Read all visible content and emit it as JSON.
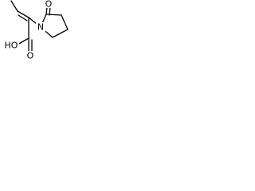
{
  "molecule": {
    "atoms": [
      {
        "symbol": "O"
      },
      {
        "symbol": "N"
      },
      {
        "symbol": "HO"
      },
      {
        "symbol": "O"
      }
    ]
  },
  "colors": {
    "bond": "#000000",
    "text": "#000000",
    "background": "#ffffff"
  }
}
